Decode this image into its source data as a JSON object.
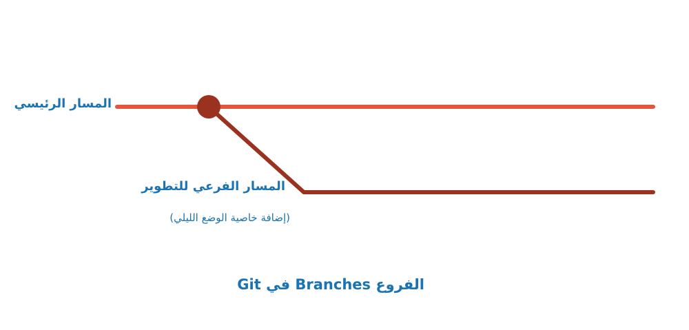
{
  "labels": {
    "main_branch": "المسار الرئيسي",
    "dev_branch": "المسار الفرعي للتطوير",
    "dev_branch_note": "(إضافة خاصية الوضع الليلي)",
    "title": "الفروع Branches في Git"
  },
  "colors": {
    "main_branch_line": "#e4553b",
    "dev_branch_line": "#9b3220",
    "branch_point": "#9b3220",
    "label_text": "#1b73b3",
    "background": "#ffffff"
  }
}
